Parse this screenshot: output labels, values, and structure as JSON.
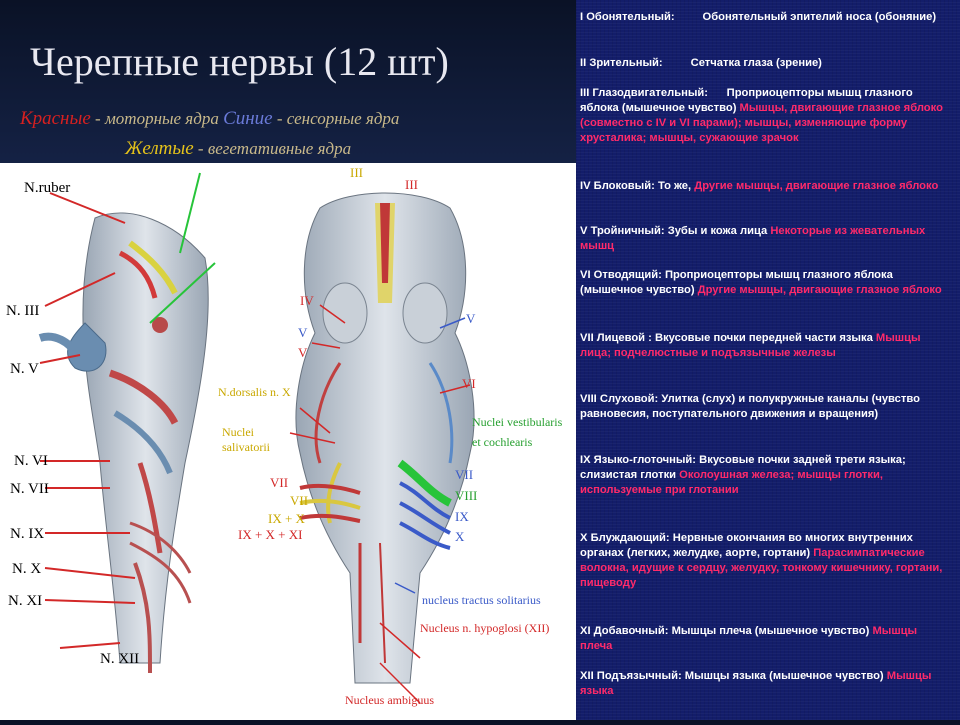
{
  "slide": {
    "title": "Черепные нервы (12 шт)",
    "legend": {
      "red_word": "Красные",
      "red_desc": " - моторные ядра ",
      "blue_word": "Синие",
      "blue_desc": " - сенсорные ядра",
      "yellow_word": "Желтые",
      "yellow_desc": " - вегетативные ядра"
    }
  },
  "figure_labels": {
    "n_ruber": "N.ruber",
    "n3": "N. III",
    "n5": "N. V",
    "n6": "N. VI",
    "n7": "N. VII",
    "n9": "N. IX",
    "n10": "N. X",
    "n11": "N. XI",
    "n12": "N. XII",
    "r_III_y": "III",
    "r_III_r": "III",
    "r_IV": "IV",
    "r_V1": "V",
    "r_V2": "V",
    "r_V3": "V",
    "r_VI": "VI",
    "dorsalis": "N.dorsalis n. X",
    "salivatorii": "Nuclei salivatorii",
    "vestib1": "Nuclei vestibularis",
    "vestib2": "et cochlearis",
    "r_VII_l": "VII",
    "r_VII_y": "VII",
    "r_IXX": "IX + X",
    "r_IXXXI": "IX + X + XI",
    "r_VII_b": "VII",
    "r_VIII": "VIII",
    "r_IX": "IX",
    "r_X": "X",
    "tractus": "nucleus tractus solitarius",
    "hypoglossi": "Nucleus n. hypoglosi (XII)",
    "ambiguus": "Nucleus ambiguus"
  },
  "nerves": [
    {
      "name": "I Обонятельный:",
      "sensory": "Обонятельный эпителий носа (обоняние)",
      "motor": ""
    },
    {
      "name": "II Зрительный:",
      "sensory": "Сетчатка глаза (зрение)",
      "motor": ""
    },
    {
      "name": "III Глазодвигательный:",
      "sensory": "Проприоцепторы мышц глазного яблока (мышечное чувство)",
      "motor": "Мышцы, двигающие глазное яблоко (совместно с IV и VI парами); мышцы, изменяющие форму хрусталика; мышцы, сужающие зрачок"
    },
    {
      "name": "IV Блоковый:",
      "sensory": "То же,",
      "motor": "Другие мышцы, двигающие глазное яблоко"
    },
    {
      "name": "V Тройничный:",
      "sensory": "Зубы и кожа лица",
      "motor": "Некоторые из жевательных мышц"
    },
    {
      "name": "VI Отводящий:",
      "sensory": "Проприоцепторы мышц глазного яблока (мышечное чувство)",
      "motor": "Другие мышцы, двигающие глазное яблоко"
    },
    {
      "name": "VII Лицевой :",
      "sensory": "Вкусовые почки передней части языка",
      "motor": "Мышцы лица; подчелюстные и подъязычные железы"
    },
    {
      "name": "VIII Слуховой:",
      "sensory": "Улитка (слух) и полукружные каналы (чувство равновесия, поступательного движения и вращения)",
      "motor": ""
    },
    {
      "name": "IX Языко-глоточный:",
      "sensory": "Вкусовые почки задней трети языка; слизистая глотки",
      "motor": "Околоушная железа; мышцы глотки, используемые при глотании"
    },
    {
      "name": "X Блуждающий:",
      "sensory": "Нервные окончания во многих внутренних органах (легких, желудке, аорте, гортани)",
      "motor": "Парасимпатические волокна, идущие к сердцу, желудку, тонкому кишечнику, гортани, пищеводу"
    },
    {
      "name": "XI Добавочный:",
      "sensory": "Мышцы плеча (мышечное чувство)",
      "motor": "Мышцы плеча"
    },
    {
      "name": "XII Подъязычный:",
      "sensory": "Мышцы языка (мышечное чувство)",
      "motor": "Мышцы языка"
    }
  ]
}
